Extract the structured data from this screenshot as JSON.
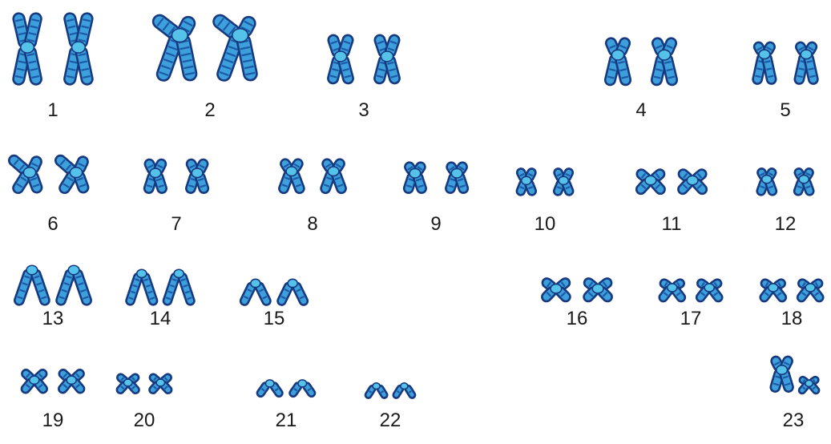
{
  "colors": {
    "chromatid_fill": "#3d9fdc",
    "outline": "#17397f",
    "band": "#1a5aa6",
    "centromere": "#55c2ea",
    "label": "#1a1a1a",
    "background": "#ffffff"
  },
  "karyotype": {
    "pairs": [
      {
        "label": "1"
      },
      {
        "label": "2"
      },
      {
        "label": "3"
      },
      {
        "label": "4"
      },
      {
        "label": "5"
      },
      {
        "label": "6"
      },
      {
        "label": "7"
      },
      {
        "label": "8"
      },
      {
        "label": "9"
      },
      {
        "label": "10"
      },
      {
        "label": "11"
      },
      {
        "label": "12"
      },
      {
        "label": "13"
      },
      {
        "label": "14"
      },
      {
        "label": "15"
      },
      {
        "label": "16"
      },
      {
        "label": "17"
      },
      {
        "label": "18"
      },
      {
        "label": "19"
      },
      {
        "label": "20"
      },
      {
        "label": "21"
      },
      {
        "label": "22"
      },
      {
        "label": "23"
      }
    ]
  }
}
